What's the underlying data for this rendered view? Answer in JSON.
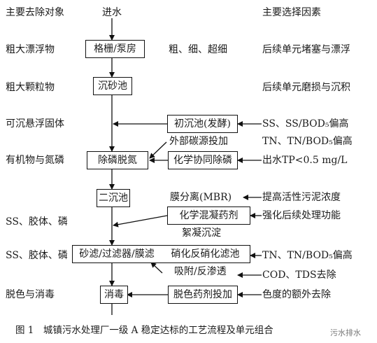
{
  "headers": {
    "left": "主要去除对象",
    "center": "进水",
    "right": "主要选择因素"
  },
  "left_labels": [
    "粗大漂浮物",
    "粗大颗粒物",
    "可沉悬浮固体",
    "有机物与氮磷",
    "SS、胶体、磷",
    "SS、胶体、磷",
    "脱色与消毒"
  ],
  "main_boxes": [
    "格栅/泵房",
    "沉砂池",
    "除磷脱氮",
    "二沉池",
    "砂滤/过滤器/膜滤",
    "消毒"
  ],
  "side_items": {
    "screen_types": "粗、细、超细",
    "primary_tank": "初沉池(发酵)",
    "carbon_source": "外部碳源投加",
    "chem_p_removal": "化学协同除磷",
    "mbr": "膜分离(MBR)",
    "chem_coag": "化学混凝药剂",
    "floc_sed": "絮凝沉淀",
    "denit_filter": "硝化反硝化滤池",
    "adsorption_ro": "吸附/反渗透",
    "decolor_dosing": "脱色药剂投加"
  },
  "factors": [
    "后续单元堵塞与漂浮",
    "后续单元磨损与沉积",
    "SS、SS/BOD₅偏高",
    "TN、TN/BOD₅偏高",
    "出水TP<0.5 mg/L",
    "提高活性污泥浓度",
    "强化后续处理功能",
    "TN、TN/BOD₅偏高",
    "COD、TDS去除",
    "色度的额外去除"
  ],
  "caption": "图 1　城镇污水处理厂一级 A 稳定达标的工艺流程及单元组合",
  "watermark": "污水排水"
}
